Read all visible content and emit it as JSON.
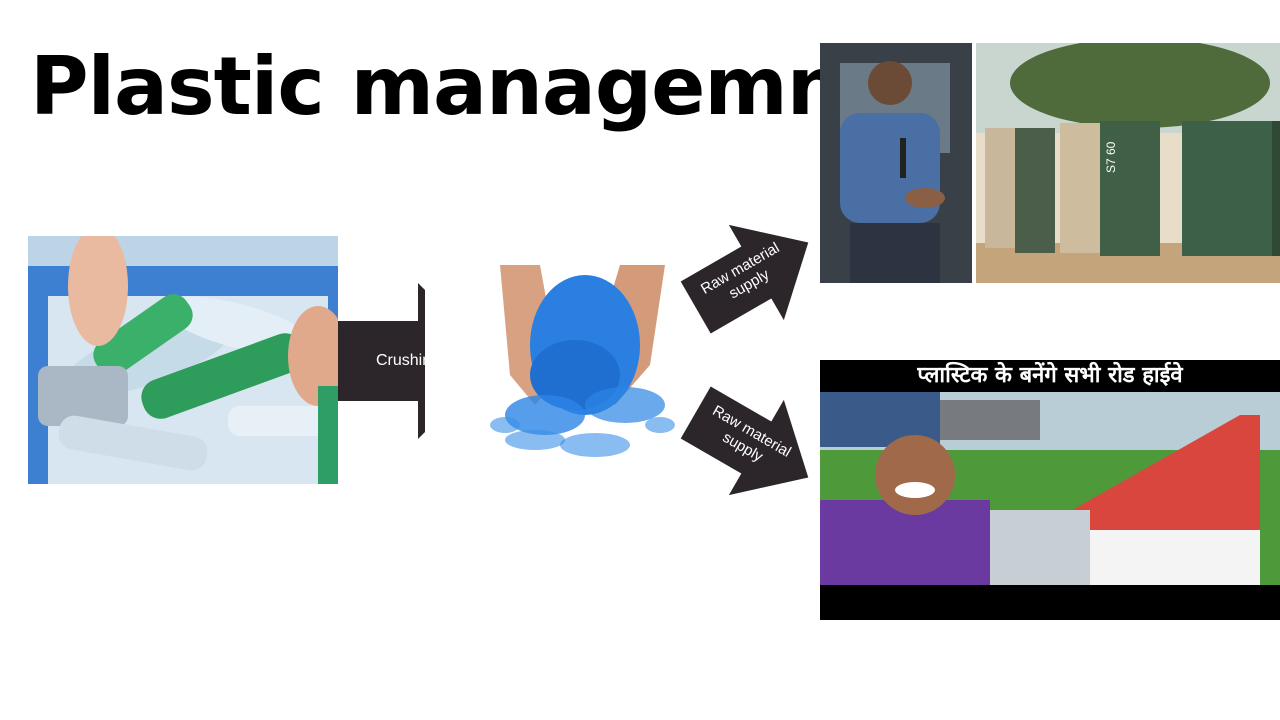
{
  "title": "Plastic managemnt",
  "steps": {
    "crushing_label": "Crushing",
    "supply_label_top": "Raw material supply",
    "supply_label_bottom": "Raw material supply"
  },
  "road_banner": "प्लास्टिक के बनेंगे सभी रोड हाईवे",
  "toilet_panel_text": "S7 60"
}
